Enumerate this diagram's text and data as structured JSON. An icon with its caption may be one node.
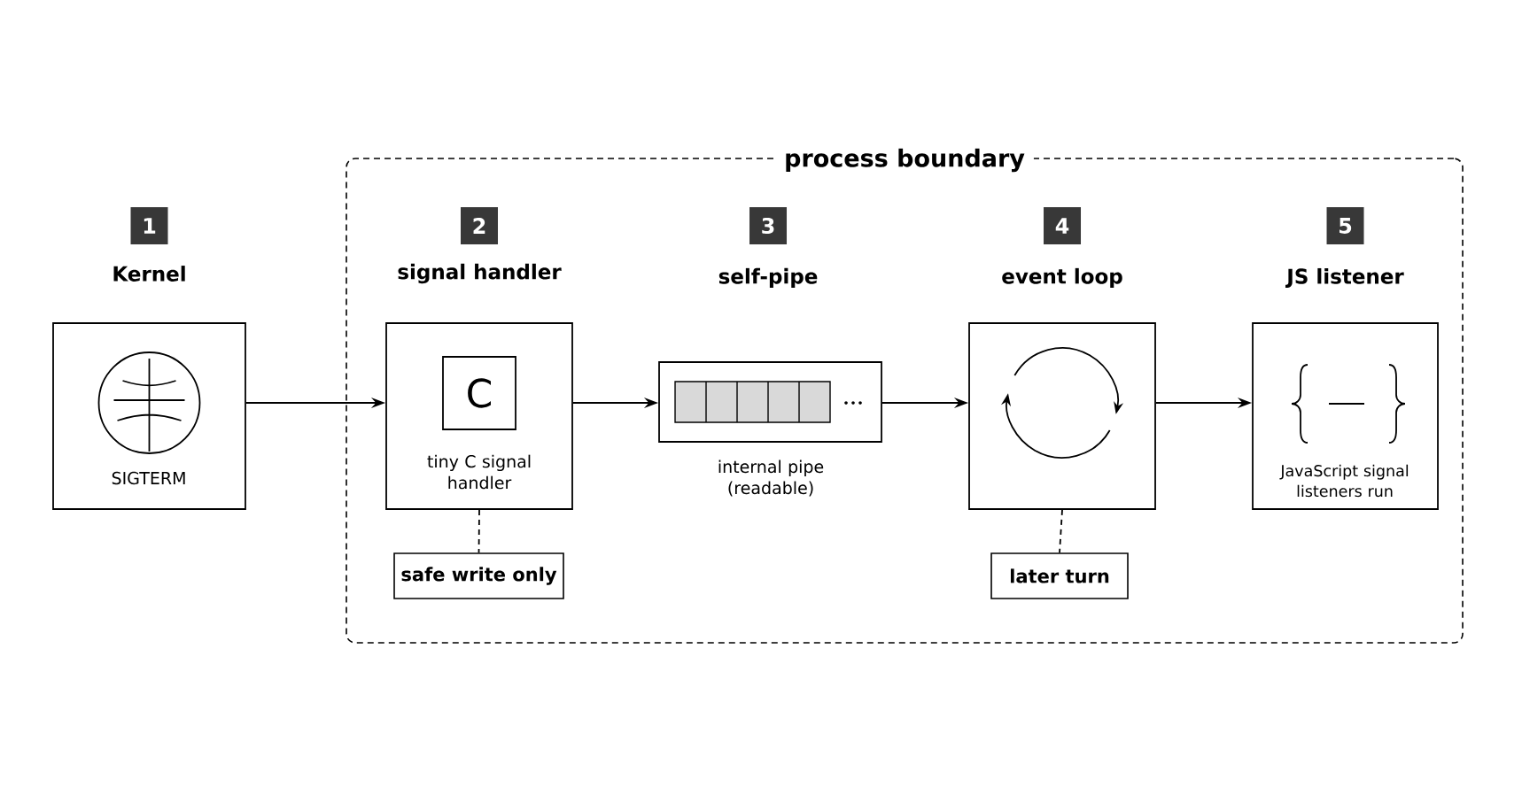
{
  "diagram": {
    "nodes": [
      {
        "text": [
          "process boundary"
        ]
      },
      {
        "text": [
          "1",
          "Kernel",
          "SIGTERM"
        ]
      },
      {
        "text": [
          "2",
          "signal handler",
          "C",
          "tiny C signal handler"
        ],
        "in": 0
      },
      {
        "text": [
          "3",
          "self-pipe",
          "internal pipe (readable)"
        ],
        "in": 0
      },
      {
        "text": [
          "4",
          "event loop"
        ],
        "in": 0
      },
      {
        "text": [
          "5",
          "JS listener",
          "JavaScript signal listeners run"
        ],
        "in": 0
      },
      {
        "text": [
          "safe write only"
        ],
        "in": 0
      },
      {
        "text": [
          "later turn"
        ],
        "in": 0
      }
    ],
    "edges": [
      {
        "from": 1,
        "to": 2,
        "arrow": "to"
      },
      {
        "from": 2,
        "to": 3,
        "arrow": "to"
      },
      {
        "from": 3,
        "to": 4,
        "arrow": "to"
      },
      {
        "from": 4,
        "to": 5,
        "arrow": "to"
      },
      {
        "from": 2,
        "to": 6,
        "arrow": "none",
        "style": "dashed"
      },
      {
        "from": 4,
        "to": 7,
        "arrow": "none",
        "style": "dashed"
      }
    ]
  }
}
